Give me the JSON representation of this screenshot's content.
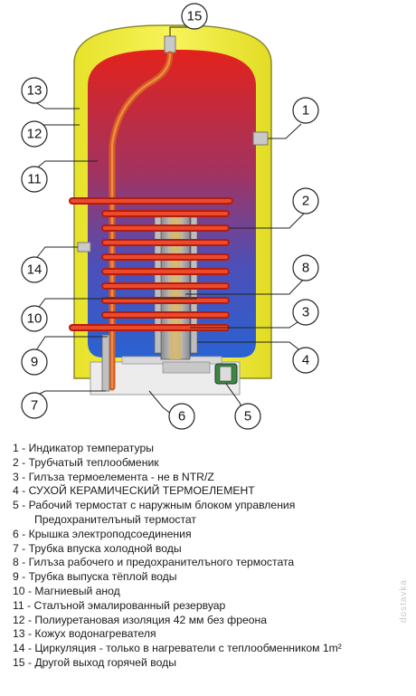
{
  "callouts": [
    "15",
    "1",
    "13",
    "12",
    "11",
    "2",
    "14",
    "8",
    "10",
    "3",
    "9",
    "4",
    "7",
    "6",
    "5"
  ],
  "legend": [
    "1 - Индикатор температуры",
    "2 - Трубчатый теплообменик",
    "3 - Гилъза термоелемента - не в NTR/Z",
    "4 - СУХОЙ КЕРАМИЧЕСКИЙ ТЕРМОЕЛЕМЕНТ",
    "5 - Рабочий термостат с наружным блоком управления",
    "Предохранителъный термостат",
    "6 - Крышка электроподсоединения",
    "7 - Трубка впуска холодной воды",
    "8 - Гилъза рабочего и предохранителъного термостата",
    "9 - Трубка выпуска тёплой воды",
    "10 - Магниевый анод",
    "11 - Сталъной эмалированный резервуар",
    "12 - Полиуретановая изоляция 42 мм без фреона",
    "13 - Кожух водонагревателя",
    "14 - Циркуляция - только в нагреватели с теплообменником 1m²",
    "15 - Другой выход горячей воды"
  ],
  "watermark": "dostavka",
  "colors": {
    "casing": "#f3ee3a",
    "tank_top": "#e0231f",
    "tank_bottom": "#2b5fd0",
    "coil": "#e8321e",
    "cover": "#e9e9e9"
  }
}
